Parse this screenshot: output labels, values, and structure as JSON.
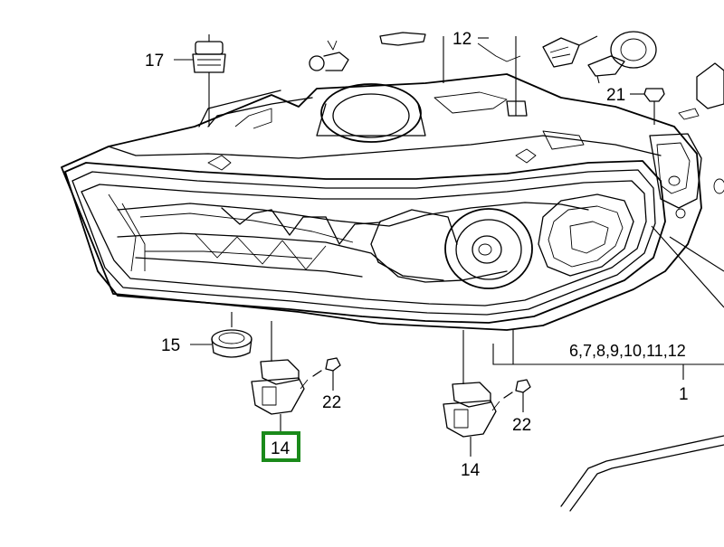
{
  "diagram": {
    "callouts": {
      "c17": "17",
      "c12": "12",
      "c21": "21",
      "c15": "15",
      "c22a": "22",
      "c22b": "22",
      "c14a": "14",
      "c14b": "14",
      "c_group": "6,7,8,9,10,11,12",
      "c1": "1"
    },
    "highlight": {
      "color": "#1a8a1a",
      "label_color": "#000000"
    }
  }
}
